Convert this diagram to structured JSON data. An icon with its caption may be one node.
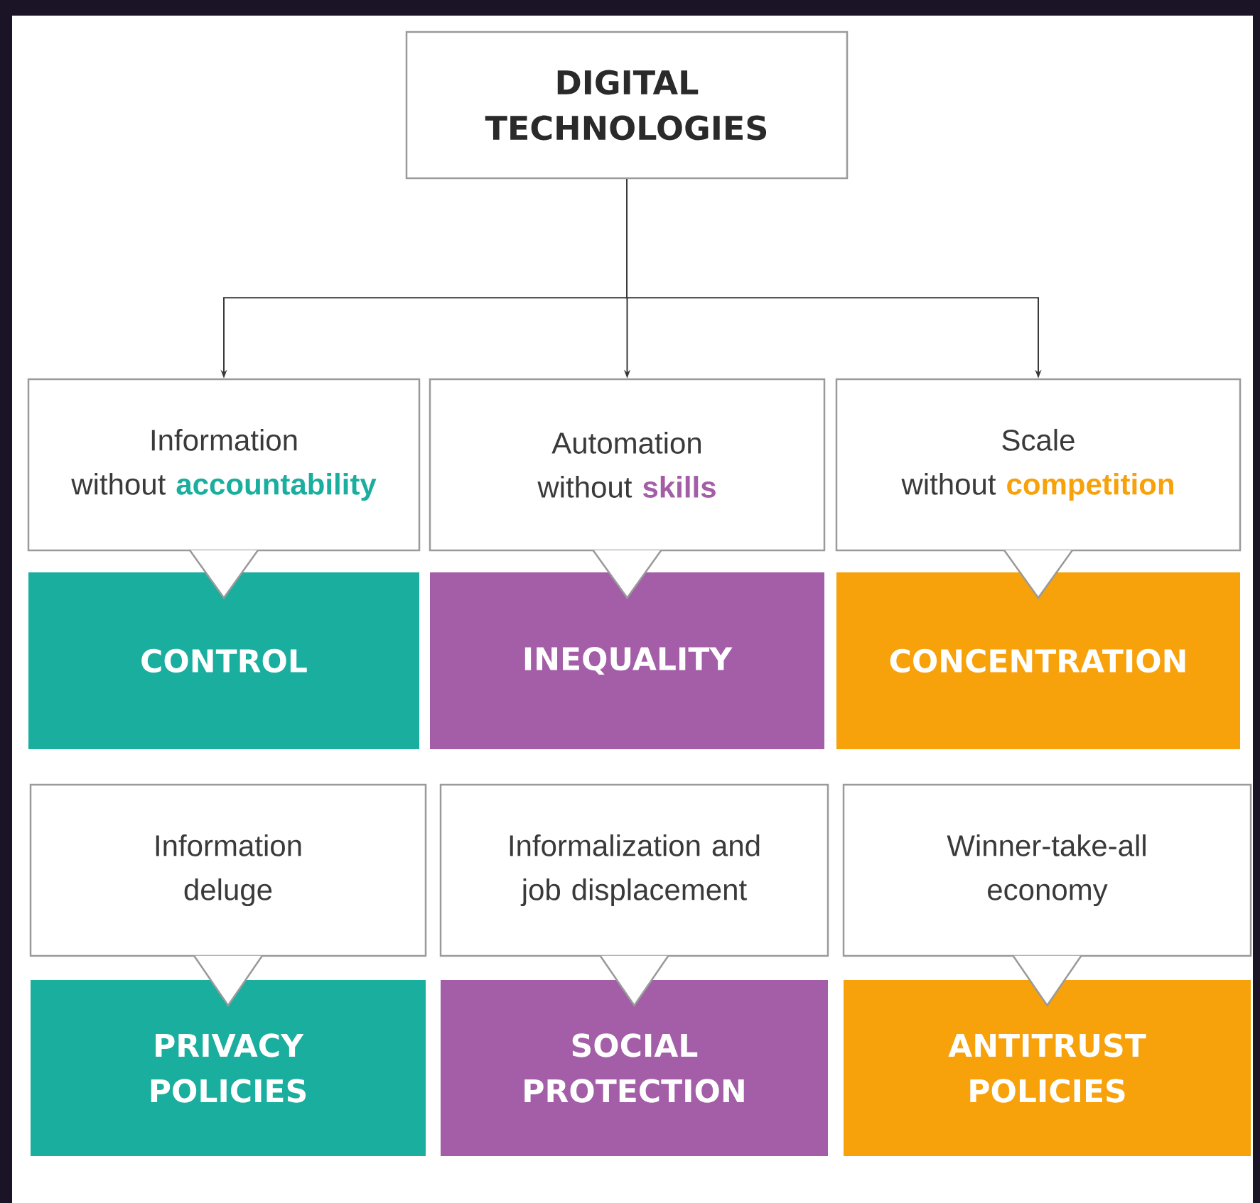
{
  "diagram": {
    "nodes": [
      {
        "text": [
          "DIGITAL TECHNOLOGIES"
        ]
      },
      {
        "text": [
          "Information without **accountability**"
        ]
      },
      {
        "text": [
          "Automation without **skills**"
        ]
      },
      {
        "text": [
          "Scale without **competition**"
        ]
      },
      {
        "text": [
          "CONTROL"
        ]
      },
      {
        "text": [
          "INEQUALITY"
        ]
      },
      {
        "text": [
          "CONCENTRATION"
        ]
      },
      {
        "text": [
          "Information deluge"
        ]
      },
      {
        "text": [
          "Informalization and job displacement"
        ]
      },
      {
        "text": [
          "Winner-take-all economy"
        ]
      },
      {
        "text": [
          "PRIVACY POLICIES"
        ]
      },
      {
        "text": [
          "SOCIAL PROTECTION"
        ]
      },
      {
        "text": [
          "ANTITRUST POLICIES"
        ]
      }
    ],
    "edges": [
      {
        "from": 0,
        "to": 1,
        "arrow": "to",
        "color": "#3a3a3a"
      },
      {
        "from": 0,
        "to": 2,
        "arrow": "to",
        "color": "#3a3a3a"
      },
      {
        "from": 0,
        "to": 3,
        "arrow": "to",
        "color": "#3a3a3a"
      },
      {
        "from": 1,
        "to": 4,
        "arrow": "to"
      },
      {
        "from": 2,
        "to": 5,
        "arrow": "to"
      },
      {
        "from": 3,
        "to": 6,
        "arrow": "to"
      },
      {
        "from": 7,
        "to": 10,
        "arrow": "to"
      },
      {
        "from": 8,
        "to": 11,
        "arrow": "to"
      },
      {
        "from": 9,
        "to": 12,
        "arrow": "to"
      }
    ]
  }
}
